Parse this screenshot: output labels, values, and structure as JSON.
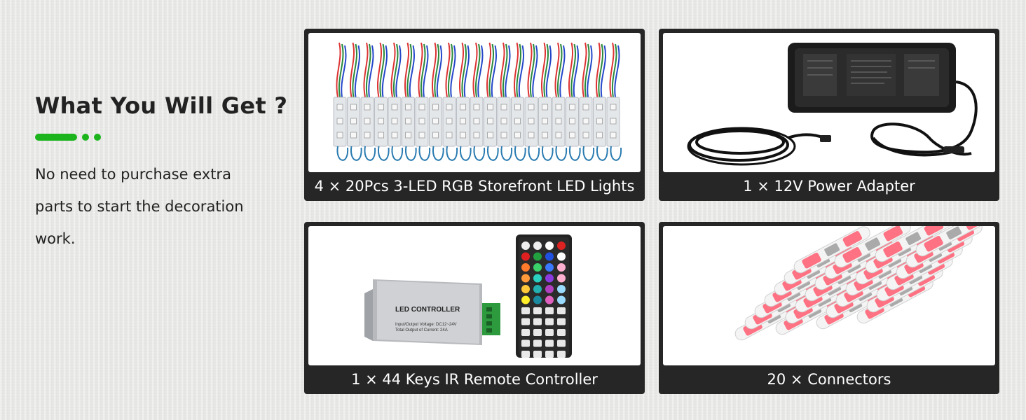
{
  "intro": {
    "headline": "What You Will Get ?",
    "description": "No need to purchase extra parts to start the decoration work."
  },
  "colors": {
    "accent": "#1cb41c",
    "card_background": "#262626",
    "caption_text": "#ffffff",
    "heading_text": "#222222"
  },
  "items": [
    {
      "caption": "4 × 20Pcs 3-LED RGB Storefront LED Lights",
      "icon": "led-module-strip-icon"
    },
    {
      "caption": "1 × 12V Power Adapter",
      "icon": "power-adapter-icon"
    },
    {
      "caption": "1 × 44 Keys IR Remote Controller",
      "icon": "led-controller-remote-icon"
    },
    {
      "caption": "20 × Connectors",
      "icon": "heat-shrink-connectors-icon"
    }
  ],
  "product_labels": {
    "controller_label": "LED CONTROLLER",
    "controller_spec_1": "Input/Output Voltage: DC12~24V",
    "controller_spec_2": "Total Output of Current: 24A"
  }
}
